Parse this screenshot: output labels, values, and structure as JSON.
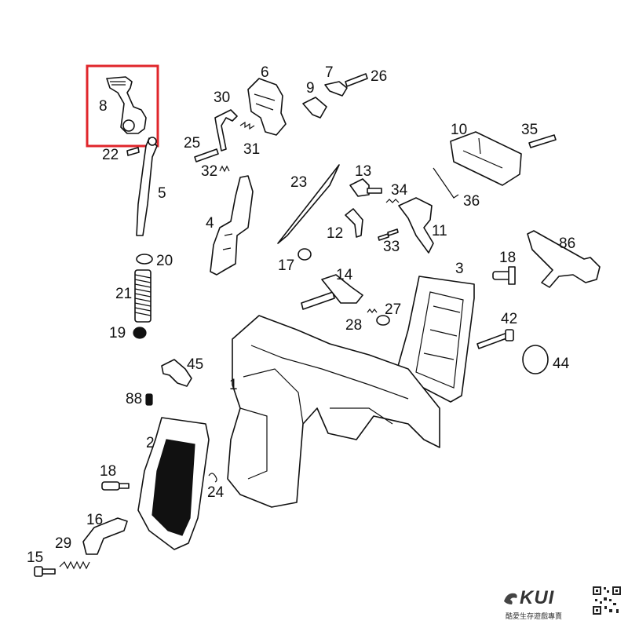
{
  "diagram": {
    "highlighted_label": "8",
    "labels": [
      "1",
      "2",
      "3",
      "4",
      "5",
      "6",
      "7",
      "8",
      "9",
      "10",
      "11",
      "12",
      "13",
      "14",
      "15",
      "16",
      "17",
      "18",
      "18",
      "19",
      "20",
      "21",
      "22",
      "23",
      "24",
      "25",
      "26",
      "27",
      "28",
      "29",
      "30",
      "31",
      "32",
      "33",
      "34",
      "35",
      "36",
      "42",
      "44",
      "45",
      "86",
      "88"
    ]
  },
  "footer": {
    "brand": "KUI",
    "slogan": "酷愛生存遊戲專賣",
    "brand_icon": "dragon-logo-icon",
    "qr_icon": "qr-code-icon"
  },
  "colors": {
    "highlight": "#e0262b",
    "line": "#111111",
    "background": "#ffffff"
  }
}
